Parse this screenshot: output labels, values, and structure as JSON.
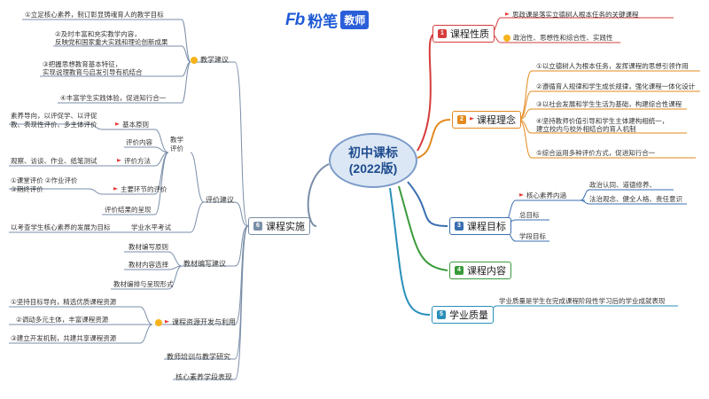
{
  "brand": {
    "mark": "Fb",
    "name": "粉笔",
    "tag": "教师"
  },
  "center": {
    "line1": "初中课标",
    "line2": "(2022版)"
  },
  "colors": {
    "nature": "#d63c3c",
    "concept": "#e38a1f",
    "goal": "#3a6fb0",
    "content": "#3a9a3a",
    "quality": "#2a8fb8",
    "impl": "#7a8ea8"
  },
  "right": {
    "nature": {
      "label": "课程性质",
      "num": "1",
      "items": [
        "思政课是落实立德树人根本任务的关键课程",
        "政治性、思想性和综合性、实践性"
      ]
    },
    "concept": {
      "label": "课程理念",
      "num": "2",
      "items": [
        "①以立德树人为根本任务，发挥课程的思想引领作用",
        "②遵循育人规律和学生成长规律，强化课程一体化设计",
        "③以社会发展和学生生活为基础，构建综合性课程",
        "④坚持教师价值引导和学生主体建构相统一，",
        "建立校内与校外相结合的育人机制",
        "⑤综合运用多种评价方式，促进知行合一"
      ]
    },
    "goal": {
      "label": "课程目标",
      "num": "3",
      "core": "核心素养内涵",
      "core_detail1": "政治认同、道德修养、",
      "core_detail2": "法治观念、健全人格、责任意识",
      "overall": "总目标",
      "stage": "学段目标"
    },
    "content": {
      "label": "课程内容",
      "num": "4"
    },
    "quality": {
      "label": "学业质量",
      "num": "5",
      "detail": "学业质量是学生在完成课程阶段性学习后的学业成就表现"
    }
  },
  "left": {
    "impl": {
      "label": "课程实施",
      "num": "6"
    },
    "teaching": {
      "label": "教学建议",
      "items": [
        "①立足核心素养，制订彰显铸魂育人的教学目标",
        "②及时丰富和充实教学内容，",
        "反映党和国家重大实践和理论创新成果",
        "③把握思想教育基本特征，",
        "实现说理教育与启发引导有机结合",
        "④丰富学生实践体验，促进知行合一"
      ]
    },
    "assessment": {
      "label": "评价建议",
      "teach_eval": "教学评价",
      "principle": "基本原则",
      "principle_detail1": "素养导向，以评促学、以评促",
      "principle_detail2": "教、表现性评价、多主体评价",
      "content": "评价内容",
      "method": "评价方法",
      "method_detail": "观察、访谈、作业、纸笔测试",
      "key": "主要环节的评价",
      "key_d1": "①课堂评价 ②作业评价",
      "key_d2": "③期终评价",
      "present": "评价结果的呈现",
      "level": "学业水平考试",
      "level_detail": "以考查学生核心素养的发展为目标"
    },
    "materials": {
      "label": "教材编写建议",
      "items": [
        "教材编写原则",
        "教材内容选择",
        "教材编排与呈现形式"
      ]
    },
    "resources": {
      "label": "课程资源开发与利用",
      "items": [
        "①坚持目标导向，精选优质课程资源",
        "②调动多元主体，丰富课程资源",
        "③建立开发机制，共建共享课程资源"
      ]
    },
    "training": "教师培训与教学研究",
    "performance": "核心素养学段表现"
  }
}
